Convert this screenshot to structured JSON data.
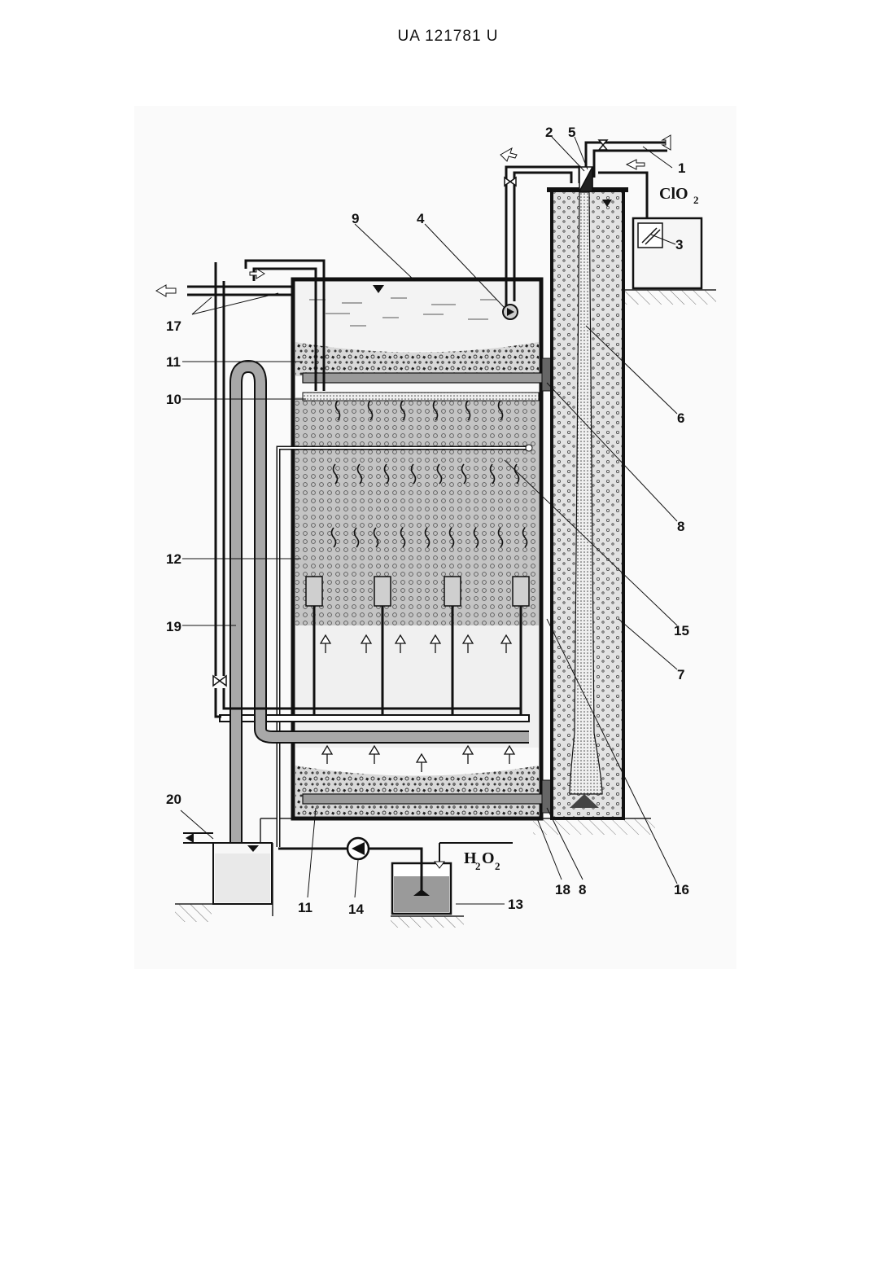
{
  "header": {
    "doc_number": "UA   121781   U"
  },
  "diagram": {
    "labels": {
      "l1": "1",
      "l2": "2",
      "l3": "3",
      "l4": "4",
      "l5": "5",
      "l6": "6",
      "l7": "7",
      "l8a": "8",
      "l8b": "8",
      "l9": "9",
      "l10": "10",
      "l11a": "11",
      "l11b": "11",
      "l12": "12",
      "l13": "13",
      "l14": "14",
      "l15": "15",
      "l16": "16",
      "l17": "17",
      "l18": "18",
      "l19": "19",
      "l20": "20"
    },
    "chemicals": {
      "clo2_main": "ClO",
      "clo2_sub": "2",
      "h2o2_h": "H",
      "h2o2_sub1": "2",
      "h2o2_o": "O",
      "h2o2_sub2": "2"
    }
  },
  "colors": {
    "line": "#1a1a1a",
    "media_grey": "#b8b8b8",
    "pipe_grey": "#a9a9a9",
    "water": "#f4f4f4"
  }
}
